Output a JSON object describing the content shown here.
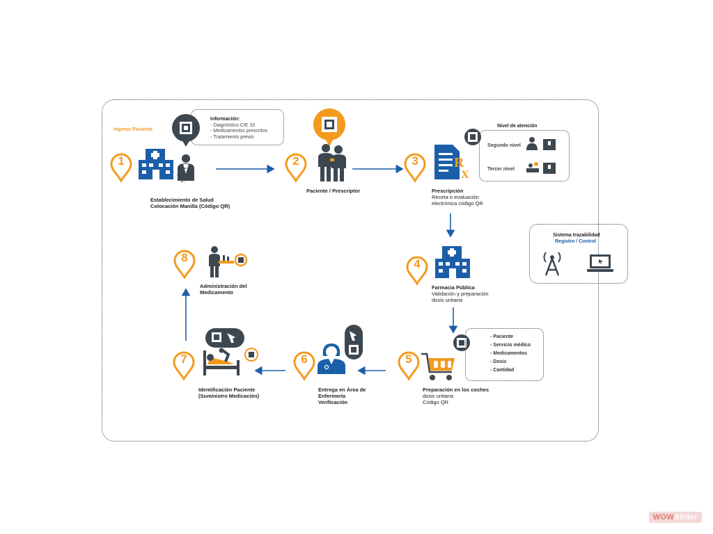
{
  "intake_label": "Ingreso Paciente",
  "info_box": {
    "title": "Información:",
    "items": [
      "- Diagnóstico CIE 10",
      "- Medicamentos prescritos",
      "- Tratamiento previo"
    ]
  },
  "steps": [
    {
      "number": "1",
      "title": "Establecimiento de Salud",
      "lines": [
        "Colocación Manilla (Código QR)"
      ]
    },
    {
      "number": "2",
      "title": "Paciente / Prescriptor",
      "lines": []
    },
    {
      "number": "3",
      "title": "Prescripción",
      "lines": [
        "Receta o evaluación",
        "electrónica código QR"
      ]
    },
    {
      "number": "4",
      "title": "Farmacia Pública",
      "lines": [
        "Validación y preparación",
        "dosis unitaria"
      ]
    },
    {
      "number": "5",
      "title": "Preparación en los coches",
      "lines": [
        "dosis unitaria",
        "Código QR"
      ]
    },
    {
      "number": "6",
      "title": "Entrega en Área de",
      "lines": [
        "Enfermería",
        "Verificación"
      ]
    },
    {
      "number": "7",
      "title": "Identificación Paciente",
      "lines": [
        "(Suministro Medicación)"
      ]
    },
    {
      "number": "8",
      "title": "Administración del",
      "lines": [
        "Medicamento"
      ]
    }
  ],
  "care_level": {
    "title": "Nivel de atención",
    "second": "Segundo nivel",
    "third": "Tercer nivel"
  },
  "traceability": {
    "title": "Sistema trazabilidad",
    "subtitle": "Registro / Control"
  },
  "cart_list": [
    "- Paciente",
    "- Servicio médico",
    "- Medicamentos",
    "- Dosis",
    "- Cantidad"
  ],
  "watermark": {
    "part1": "WOW",
    "part2": "Slider"
  },
  "colors": {
    "orange": "#f39a1e",
    "blue": "#1b5fa8",
    "dark": "#3d4750"
  }
}
